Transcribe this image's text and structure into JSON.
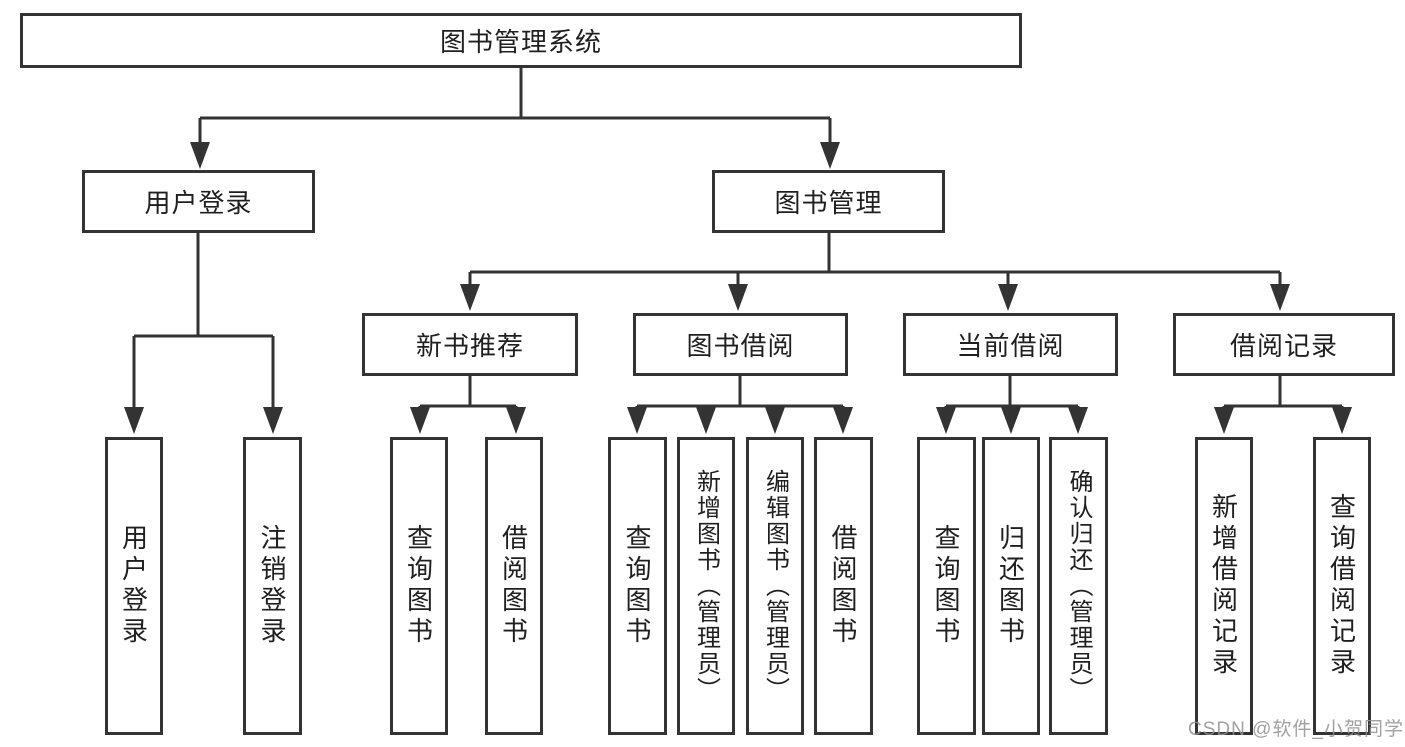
{
  "diagram": {
    "type": "hierarchy-tree",
    "colors": {
      "background": "#ffffff",
      "line": "#333333",
      "box_border": "#333333",
      "text": "#1f1f1f",
      "watermark": "#919191"
    },
    "tree": {
      "root": {
        "label": "图书管理系统",
        "children": [
          {
            "label": "用户登录",
            "children": [
              {
                "label": "用户登录"
              },
              {
                "label": "注销登录"
              }
            ]
          },
          {
            "label": "图书管理",
            "children": [
              {
                "label": "新书推荐",
                "children": [
                  {
                    "label": "查询图书"
                  },
                  {
                    "label": "借阅图书"
                  }
                ]
              },
              {
                "label": "图书借阅",
                "children": [
                  {
                    "label": "查询图书"
                  },
                  {
                    "label": "新增图书（管理员）"
                  },
                  {
                    "label": "编辑图书（管理员）"
                  },
                  {
                    "label": "借阅图书"
                  }
                ]
              },
              {
                "label": "当前借阅",
                "children": [
                  {
                    "label": "查询图书"
                  },
                  {
                    "label": "归还图书"
                  },
                  {
                    "label": "确认归还（管理员）"
                  }
                ]
              },
              {
                "label": "借阅记录",
                "children": [
                  {
                    "label": "新增借阅记录"
                  },
                  {
                    "label": "查询借阅记录"
                  }
                ]
              }
            ]
          }
        ]
      }
    },
    "watermark": {
      "text": "CSDN @软件_小贺同学"
    }
  }
}
